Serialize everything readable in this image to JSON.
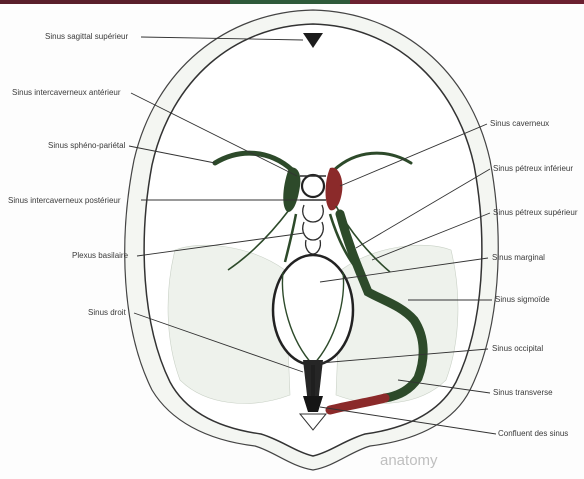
{
  "colors": {
    "bar_left": "#5a1f2b",
    "bar_mid": "#2e5a3a",
    "bar_right": "#6b2030",
    "venous_sinus": "#2d4a2a",
    "cavernous_sinus": "#8b2a2a",
    "skull_outline": "#333333",
    "dura_fill": "#e9efe6"
  },
  "labels": {
    "sagittal_superior": "Sinus sagittal supérieur",
    "intercaverneux_anterieur": "Sinus intercaverneux antérieur",
    "spheno_parietal": "Sinus sphéno-pariétal",
    "intercaverneux_posterieur": "Sinus intercaverneux postérieur",
    "plexus_basilaire": "Plexus basilaire",
    "sinus_droit": "Sinus droit",
    "caverneux": "Sinus caverneux",
    "petreux_inferieur": "Sinus pétreux inférieur",
    "petreux_superieur": "Sinus pétreux supérieur",
    "marginal": "Sinus marginal",
    "sigmoide": "Sinus sigmoïde",
    "occipital": "Sinus occipital",
    "transverse": "Sinus transverse",
    "confluent": "Confluent des sinus"
  },
  "watermark": "anatomy"
}
